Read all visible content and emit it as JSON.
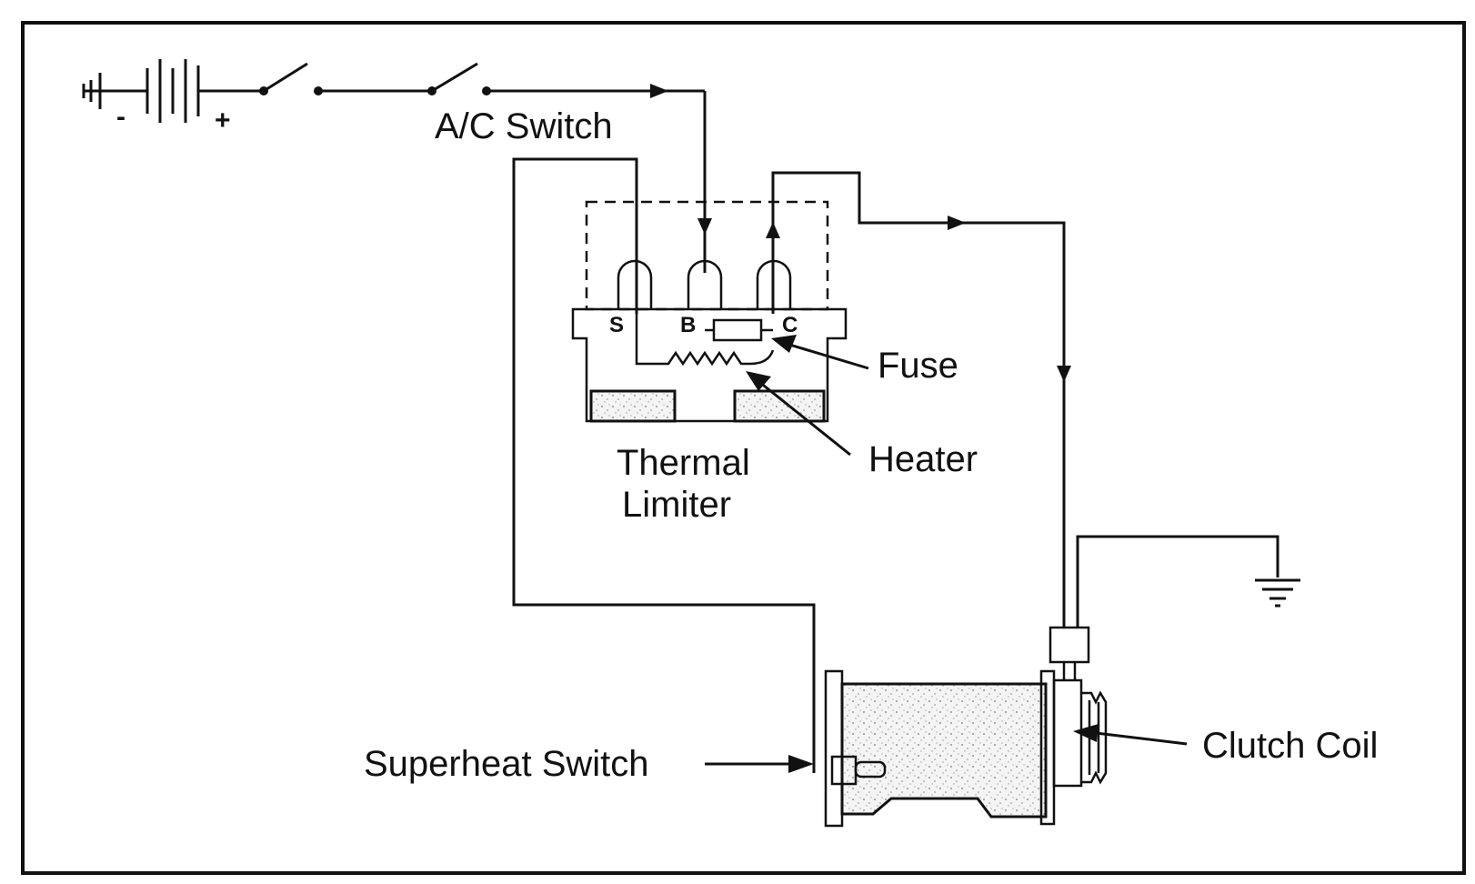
{
  "labels": {
    "ac_switch": "A/C Switch",
    "fuse": "Fuse",
    "heater": "Heater",
    "thermal_limiter_line1": "Thermal",
    "thermal_limiter_line2": "Limiter",
    "superheat_switch": "Superheat Switch",
    "clutch_coil": "Clutch Coil"
  },
  "battery": {
    "negative": "-",
    "positive": "+"
  },
  "terminals": {
    "s": "S",
    "b": "B",
    "c": "C"
  },
  "colors": {
    "ink": "#111111",
    "paper": "#ffffff"
  }
}
